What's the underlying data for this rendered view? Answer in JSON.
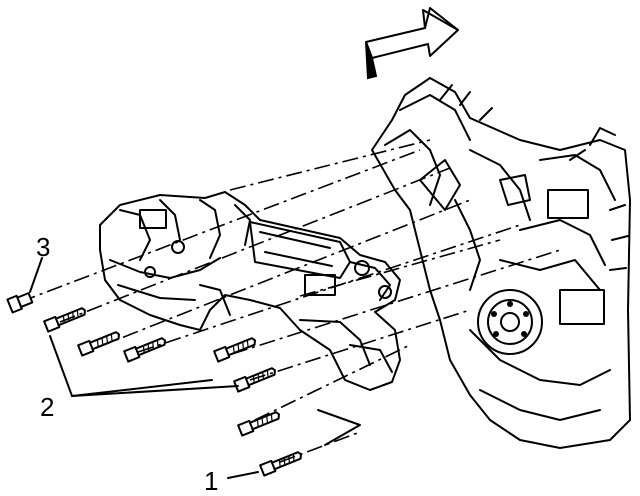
{
  "callouts": {
    "one": "1",
    "two": "2",
    "three": "3"
  },
  "icons": {
    "direction": "front-direction-arrow-icon"
  },
  "colors": {
    "ink": "#000000",
    "paper": "#ffffff"
  }
}
